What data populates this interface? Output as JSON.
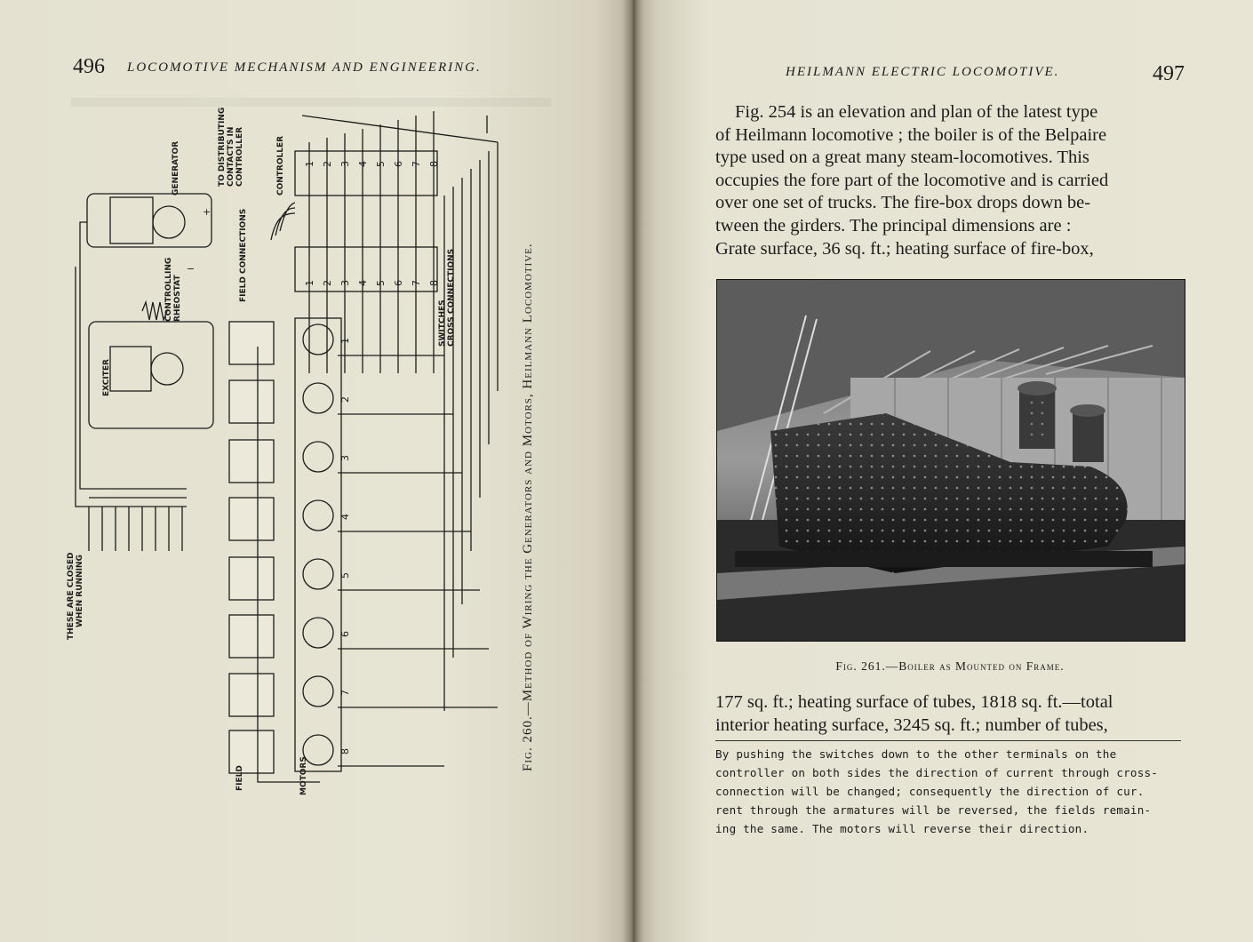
{
  "left_page": {
    "page_number": "496",
    "running_title": "LOCOMOTIVE MECHANISM AND ENGINEERING.",
    "figure": {
      "caption": "Fig. 260.—Method of Wiring the Generators and Motors, Heilmann Locomotive.",
      "labels": {
        "generator": "GENERATOR",
        "to_distributing": "TO DISTRIBUTING",
        "contacts_in": "CONTACTS IN",
        "controller_line": "CONTROLLER",
        "controller": "CONTROLLER",
        "field_connections": "FIELD CONNECTIONS",
        "controlling": "CONTROLLING",
        "rheostat": "RHEOSTAT",
        "exciter": "EXCITER",
        "switches": "SWITCHES",
        "cross_connections": "CROSS CONNECTIONS",
        "these_closed": "THESE ARE CLOSED",
        "when_running": "WHEN RUNNING",
        "field": "FIELD",
        "motors": "MOTORS",
        "plus": "+",
        "minus": "−"
      },
      "motor_numbers": [
        "1",
        "2",
        "3",
        "4",
        "5",
        "6",
        "7",
        "8"
      ],
      "controller_numbers": [
        "1",
        "2",
        "3",
        "4",
        "5",
        "6",
        "7",
        "8"
      ],
      "switch_numbers": [
        "1",
        "2",
        "3",
        "4",
        "5",
        "6",
        "7",
        "8"
      ]
    }
  },
  "right_page": {
    "page_number": "497",
    "running_title": "HEILMANN ELECTRIC LOCOMOTIVE.",
    "paragraph_lines": [
      "Fig. 254 is an elevation and plan of the latest type",
      "of Heilmann locomotive ; the boiler is of the Belpaire",
      "type used on a great many steam-locomotives.  This",
      "occupies the fore part of the locomotive and is carried",
      "over one set of trucks.  The fire-box drops down be-",
      "tween the girders.  The principal dimensions are :",
      "Grate surface, 36 sq. ft.; heating surface of fire-box,"
    ],
    "figure_caption": "Fig. 261.—Boiler as Mounted on Frame.",
    "continuation_lines": [
      "177 sq. ft.; heating surface of tubes, 1818 sq. ft.—total",
      "interior heating surface, 3245 sq. ft.; number of tubes,"
    ],
    "note_lines": [
      "By pushing the switches down to the other terminals on the",
      "controller on both sides the direction of current through cross-",
      "connection will be changed; consequently the direction of cur.",
      "rent through the armatures will be reversed, the fields remain-",
      "ing the same.  The motors will reverse their direction."
    ]
  }
}
